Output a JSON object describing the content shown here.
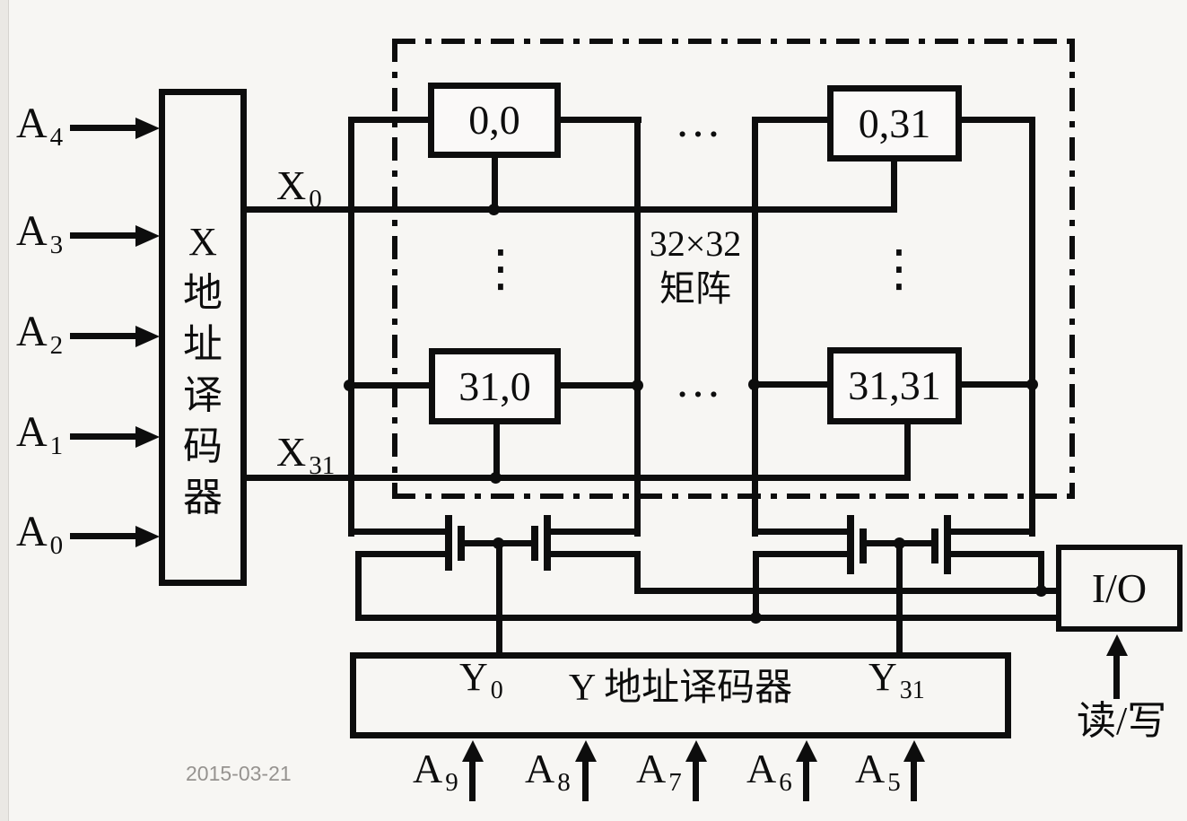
{
  "colors": {
    "line": "#0d0d0d",
    "background": "#f7f6f3",
    "date_gray": "#969390"
  },
  "x_decoder": {
    "chars": [
      "X",
      "地",
      "址",
      "译",
      "码",
      "器"
    ],
    "inputs": [
      {
        "base": "A",
        "sub": "4"
      },
      {
        "base": "A",
        "sub": "3"
      },
      {
        "base": "A",
        "sub": "2"
      },
      {
        "base": "A",
        "sub": "1"
      },
      {
        "base": "A",
        "sub": "0"
      }
    ],
    "row_lines": [
      {
        "base": "X",
        "sub": "0"
      },
      {
        "base": "X",
        "sub": "31"
      }
    ]
  },
  "matrix": {
    "cells": [
      {
        "label": "0,0"
      },
      {
        "label": "0,31"
      },
      {
        "label": "31,0"
      },
      {
        "label": "31,31"
      }
    ],
    "size_label": "32×32",
    "name_label": "矩阵",
    "h_ellipsis": "…",
    "v_ellipsis": "⋮"
  },
  "y_decoder": {
    "label": "Y 地址译码器",
    "outputs": [
      {
        "base": "Y",
        "sub": "0"
      },
      {
        "base": "Y",
        "sub": "31"
      }
    ],
    "inputs": [
      {
        "base": "A",
        "sub": "9"
      },
      {
        "base": "A",
        "sub": "8"
      },
      {
        "base": "A",
        "sub": "7"
      },
      {
        "base": "A",
        "sub": "6"
      },
      {
        "base": "A",
        "sub": "5"
      }
    ]
  },
  "io": {
    "label": "I/O",
    "control_label": "读/写"
  },
  "footer": {
    "date": "2015-03-21"
  }
}
